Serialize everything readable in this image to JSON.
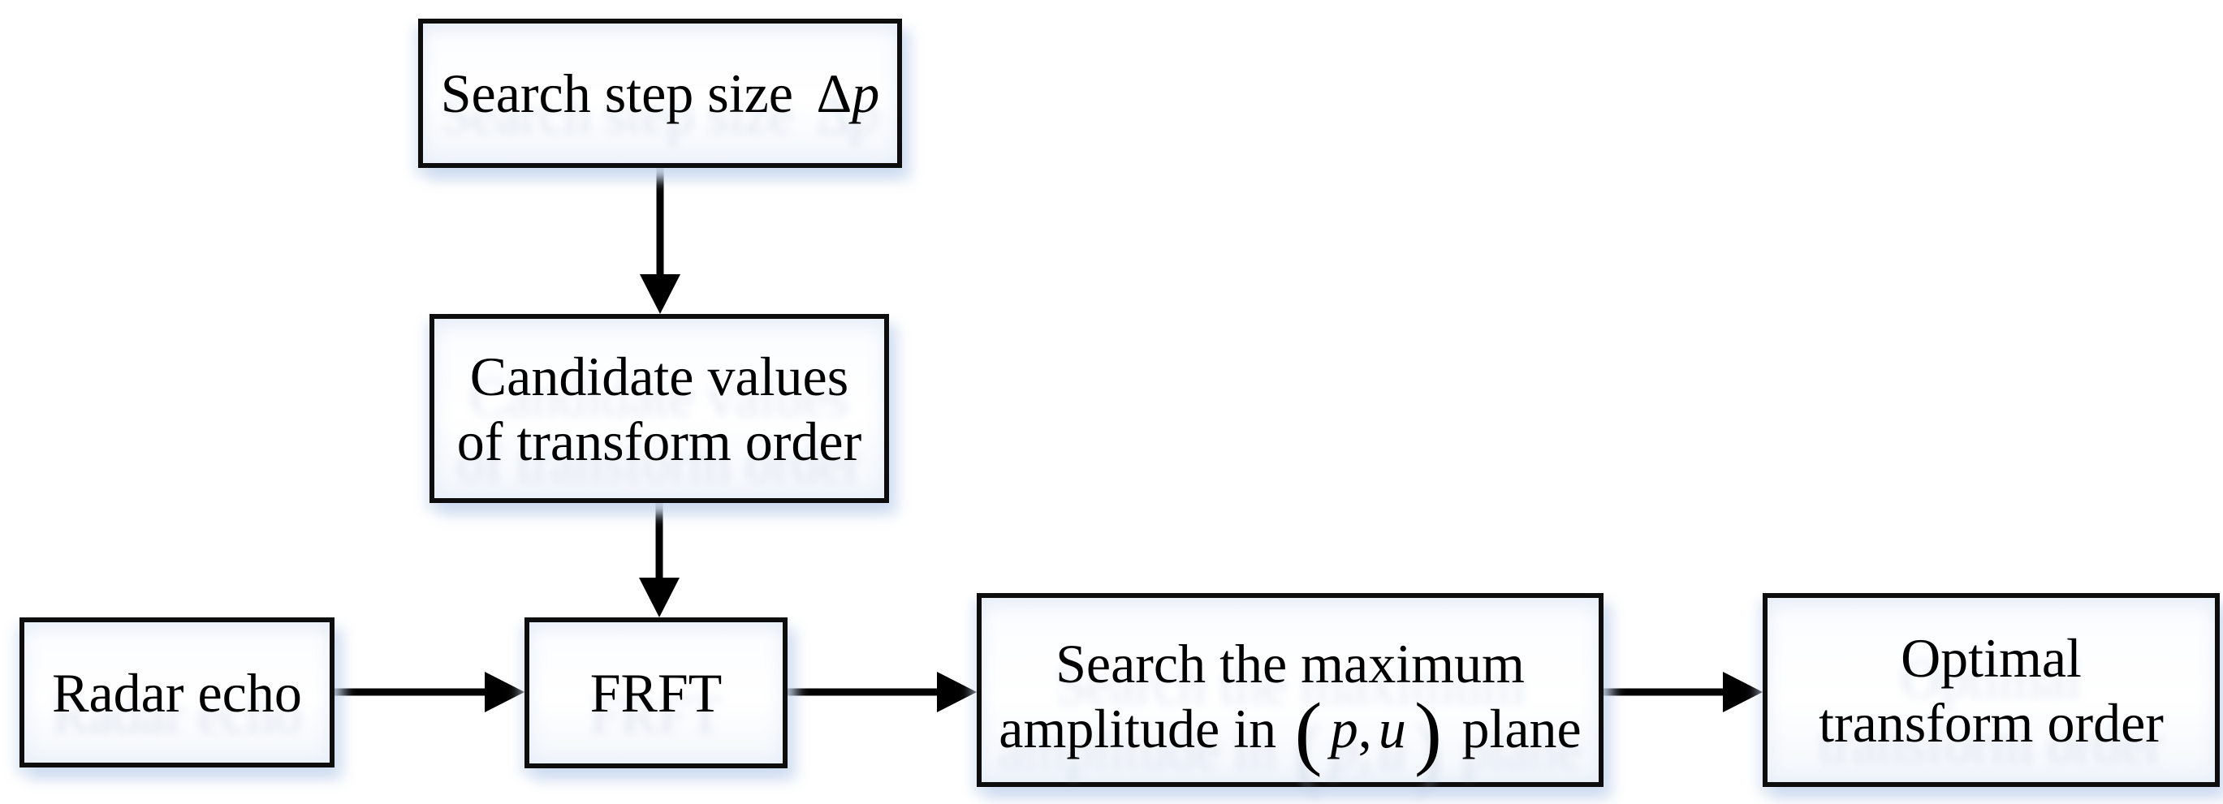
{
  "figure": {
    "type": "flowchart",
    "background_color": "#ffffff",
    "box_border_color": "#0d0d0d",
    "box_fill_color": "#ffffff",
    "shadow_tint_color": "#dbe5f3",
    "text_color": "#000000",
    "arrow_color": "#000000"
  },
  "boxes": {
    "search_step": {
      "text": "Search step size",
      "math_delta": "Δ",
      "math_var": "p"
    },
    "candidate": {
      "line1": "Candidate values",
      "line2": "of transform order"
    },
    "radar": {
      "text": "Radar echo"
    },
    "frft": {
      "text": "FRFT"
    },
    "search_max": {
      "line1": "Search the maximum",
      "line2_prefix": "amplitude in",
      "paren_open": "(",
      "var_p": "p",
      "comma": ",",
      "var_u": "u",
      "paren_close": ")",
      "line2_suffix": "plane"
    },
    "optimal": {
      "line1": "Optimal",
      "line2": "transform order"
    }
  }
}
